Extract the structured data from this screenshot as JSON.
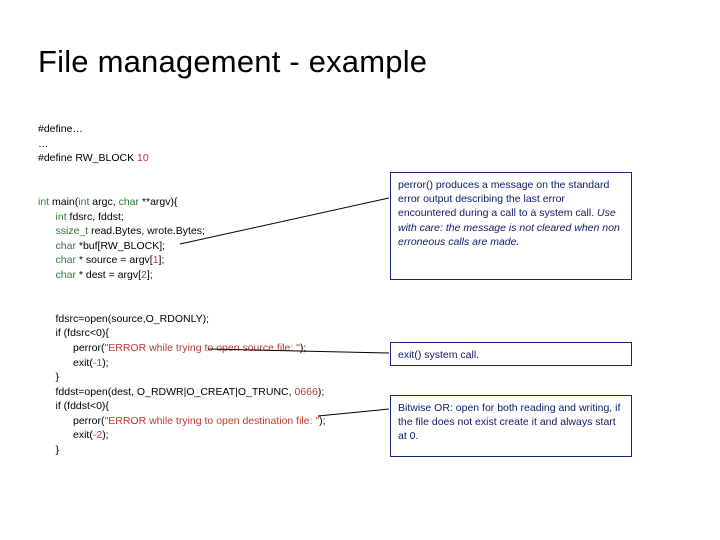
{
  "slide": {
    "title": "File management - example",
    "code": [
      {
        "segments": [
          {
            "t": "#define…",
            "c": "plain"
          }
        ]
      },
      {
        "segments": [
          {
            "t": "…",
            "c": "plain"
          }
        ]
      },
      {
        "segments": [
          {
            "t": "#define RW_BLOCK ",
            "c": "plain"
          },
          {
            "t": "10",
            "c": "num"
          }
        ]
      },
      {
        "segments": [
          {
            "t": "",
            "c": "plain"
          }
        ]
      },
      {
        "segments": [
          {
            "t": "",
            "c": "plain"
          }
        ]
      },
      {
        "segments": [
          {
            "t": "int",
            "c": "kw"
          },
          {
            "t": " main(",
            "c": "plain"
          },
          {
            "t": "int",
            "c": "kw"
          },
          {
            "t": " argc, ",
            "c": "plain"
          },
          {
            "t": "char",
            "c": "kw"
          },
          {
            "t": " **argv){",
            "c": "plain"
          }
        ]
      },
      {
        "segments": [
          {
            "t": "      ",
            "c": "plain"
          },
          {
            "t": "int",
            "c": "kw"
          },
          {
            "t": " fdsrc, fddst;",
            "c": "plain"
          }
        ]
      },
      {
        "segments": [
          {
            "t": "      ",
            "c": "plain"
          },
          {
            "t": "ssize_t",
            "c": "kw"
          },
          {
            "t": " read.Bytes, wrote.Bytes;",
            "c": "plain"
          }
        ]
      },
      {
        "segments": [
          {
            "t": "      ",
            "c": "plain"
          },
          {
            "t": "char",
            "c": "kw"
          },
          {
            "t": " *buf[RW_BLOCK];",
            "c": "plain"
          }
        ]
      },
      {
        "segments": [
          {
            "t": "      ",
            "c": "plain"
          },
          {
            "t": "char",
            "c": "kw"
          },
          {
            "t": " * source = argv[",
            "c": "plain"
          },
          {
            "t": "1",
            "c": "num"
          },
          {
            "t": "];",
            "c": "plain"
          }
        ]
      },
      {
        "segments": [
          {
            "t": "      ",
            "c": "plain"
          },
          {
            "t": "char",
            "c": "kw"
          },
          {
            "t": " * dest = argv[",
            "c": "plain"
          },
          {
            "t": "2",
            "c": "num"
          },
          {
            "t": "];",
            "c": "plain"
          }
        ]
      },
      {
        "segments": [
          {
            "t": "",
            "c": "plain"
          }
        ]
      },
      {
        "segments": [
          {
            "t": "",
            "c": "plain"
          }
        ]
      },
      {
        "segments": [
          {
            "t": "      fdsrc=open(source,O_RDONLY);",
            "c": "plain"
          }
        ]
      },
      {
        "segments": [
          {
            "t": "      if (fdsrc<0){",
            "c": "plain"
          }
        ]
      },
      {
        "segments": [
          {
            "t": "            perror(",
            "c": "plain"
          },
          {
            "t": "\"ERROR while trying to open source file: \"",
            "c": "str"
          },
          {
            "t": ");",
            "c": "plain"
          }
        ]
      },
      {
        "segments": [
          {
            "t": "            exit(",
            "c": "plain"
          },
          {
            "t": "-1",
            "c": "num"
          },
          {
            "t": ");",
            "c": "plain"
          }
        ]
      },
      {
        "segments": [
          {
            "t": "      }",
            "c": "plain"
          }
        ]
      },
      {
        "segments": [
          {
            "t": "      fddst=open(dest, O_RDWR|O_CREAT|O_TRUNC, ",
            "c": "plain"
          },
          {
            "t": "0666",
            "c": "num"
          },
          {
            "t": ");",
            "c": "plain"
          }
        ]
      },
      {
        "segments": [
          {
            "t": "      if (fddst<0){",
            "c": "plain"
          }
        ]
      },
      {
        "segments": [
          {
            "t": "            perror(",
            "c": "plain"
          },
          {
            "t": "\"ERROR while trying to open destination file: \"",
            "c": "str"
          },
          {
            "t": ");",
            "c": "plain"
          }
        ]
      },
      {
        "segments": [
          {
            "t": "            exit(",
            "c": "plain"
          },
          {
            "t": "-2",
            "c": "num"
          },
          {
            "t": ");",
            "c": "plain"
          }
        ]
      },
      {
        "segments": [
          {
            "t": "      }",
            "c": "plain"
          }
        ]
      }
    ],
    "callouts": {
      "perror": {
        "plain": "perror() produces a message on the standard error output describing the last error encountered during a call to a system call. ",
        "italic": "Use with care: the message is not cleared when non erroneous calls are made."
      },
      "exit": {
        "plain": "exit() system call."
      },
      "bitwise": {
        "plain": "Bitwise OR: open for both reading and writing, if the file does not exist create it and always start at 0."
      }
    },
    "colors": {
      "keyword": "#2e7d32",
      "literal": "#c0392b",
      "callout_border": "#1a237e",
      "callout_text": "#0d1a66",
      "title": "#000000"
    }
  }
}
